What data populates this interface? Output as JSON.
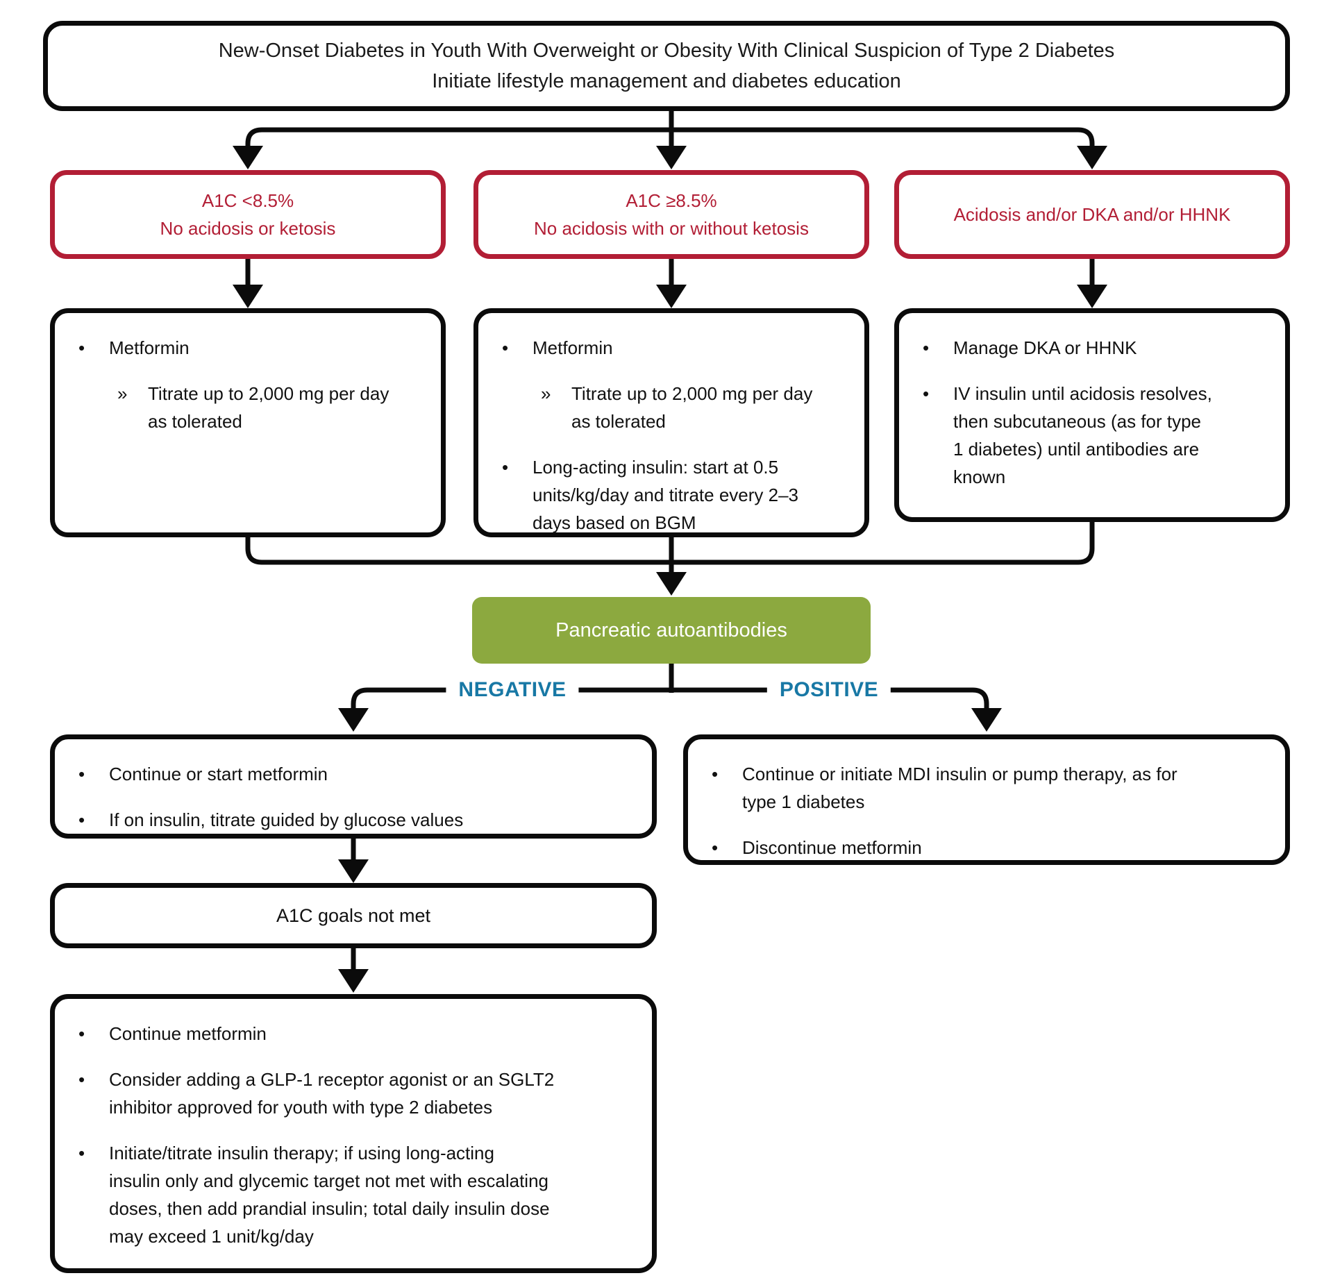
{
  "palette": {
    "border_black": "#0b0b0b",
    "accent_red": "#b21e35",
    "accent_green": "#8ca93f",
    "accent_blue": "#1878a5",
    "text": "#111111",
    "background": "#ffffff"
  },
  "header": {
    "line1": "New-Onset Diabetes in Youth With Overweight or Obesity With Clinical Suspicion of Type 2 Diabetes",
    "line2": "Initiate lifestyle management and diabetes education"
  },
  "criteria_boxes": [
    {
      "line1": "A1C <8.5%",
      "line2": "No acidosis or ketosis"
    },
    {
      "line1": "A1C ≥8.5%",
      "line2": "No acidosis with or without ketosis"
    },
    {
      "line1": "Acidosis and/or DKA and/or HHNK"
    }
  ],
  "treatment_boxes": [
    {
      "items": [
        {
          "text": "Metformin"
        },
        {
          "text": "Titrate up to 2,000 mg per day\nas tolerated"
        }
      ]
    },
    {
      "items": [
        {
          "text": "Metformin"
        },
        {
          "text": "Titrate up to 2,000 mg per day\nas tolerated"
        },
        {
          "text": "Long-acting insulin: start at 0.5\nunits/kg/day and titrate every 2–3\ndays based on BGM"
        }
      ]
    },
    {
      "items": [
        {
          "text": "Manage DKA or HHNK"
        },
        {
          "text": "IV insulin until acidosis resolves,\nthen subcutaneous (as for type\n1 diabetes) until antibodies are\nknown"
        }
      ]
    }
  ],
  "antibody_box": {
    "label": "Pancreatic autoantibodies"
  },
  "branch": {
    "negative_label": "NEGATIVE",
    "positive_label": "POSITIVE"
  },
  "negative_box": {
    "items": [
      {
        "text": "Continue or start metformin"
      },
      {
        "text": "If on insulin, titrate guided by glucose values"
      }
    ]
  },
  "positive_box": {
    "items": [
      {
        "text": "Continue or initiate MDI insulin or pump therapy, as for\ntype 1 diabetes"
      },
      {
        "text": "Discontinue metformin"
      }
    ]
  },
  "a1c_goal_box": {
    "label": "A1C goals not met"
  },
  "escalation_box": {
    "items": [
      {
        "text": "Continue metformin"
      },
      {
        "text": "Consider adding a GLP-1 receptor agonist or an SGLT2\ninhibitor approved for youth with type 2 diabetes"
      },
      {
        "text": "Initiate/titrate insulin therapy; if using long-acting\ninsulin only and glycemic target not met with escalating\ndoses, then add prandial insulin; total daily insulin dose\nmay exceed 1 unit/kg/day"
      }
    ]
  }
}
